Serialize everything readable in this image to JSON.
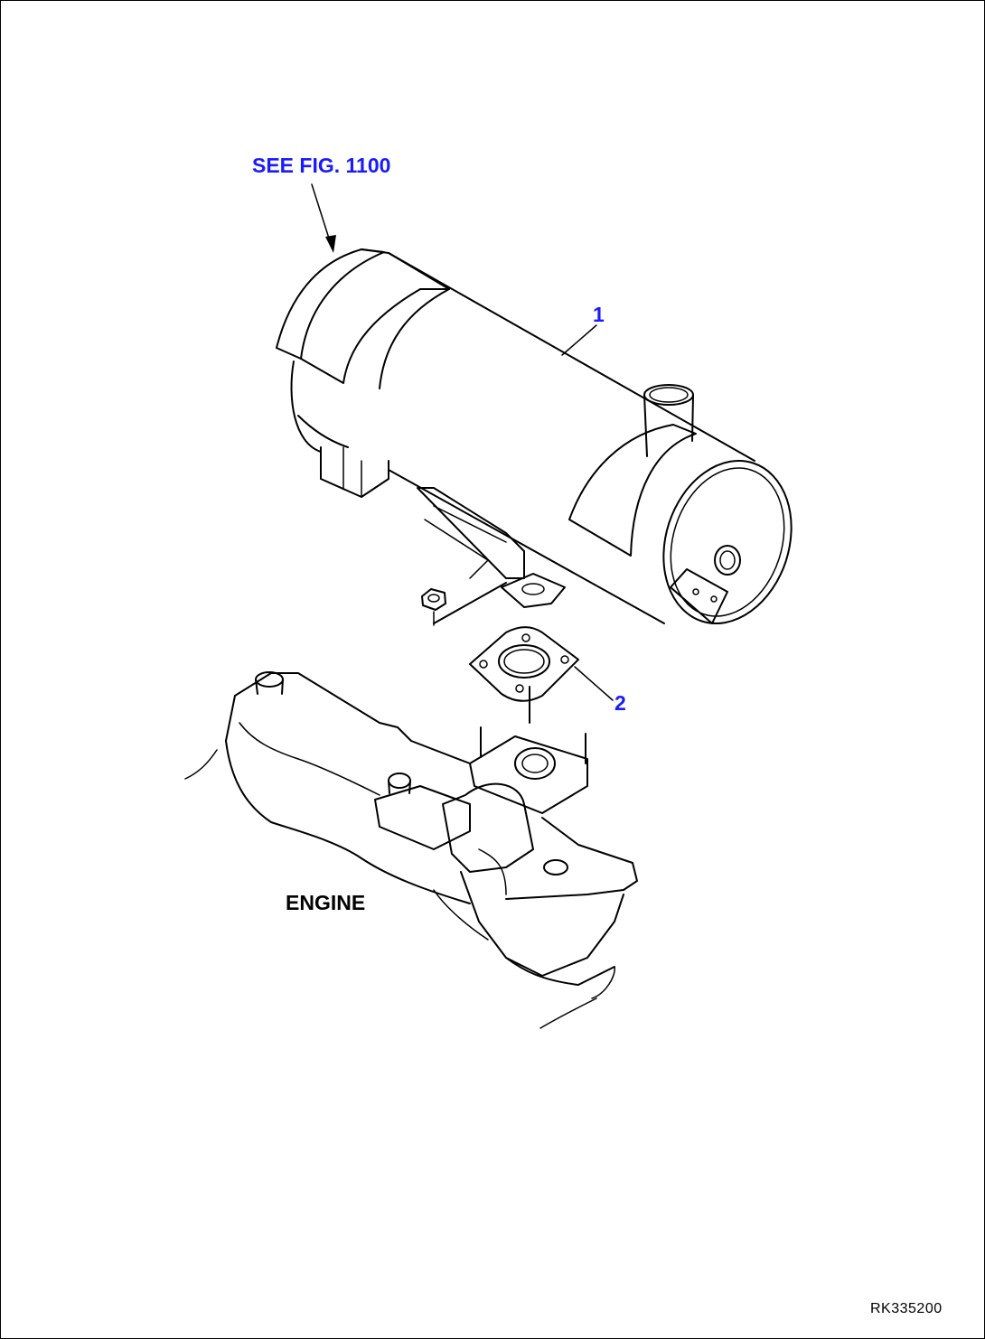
{
  "diagram": {
    "reference_note": "SEE FIG. 1100",
    "engine_label": "ENGINE",
    "drawing_id": "RK335200",
    "callouts": [
      {
        "number": "1"
      },
      {
        "number": "2"
      }
    ],
    "colors": {
      "callout_text": "#1a1aff",
      "line": "#000000",
      "background": "#ffffff"
    }
  }
}
